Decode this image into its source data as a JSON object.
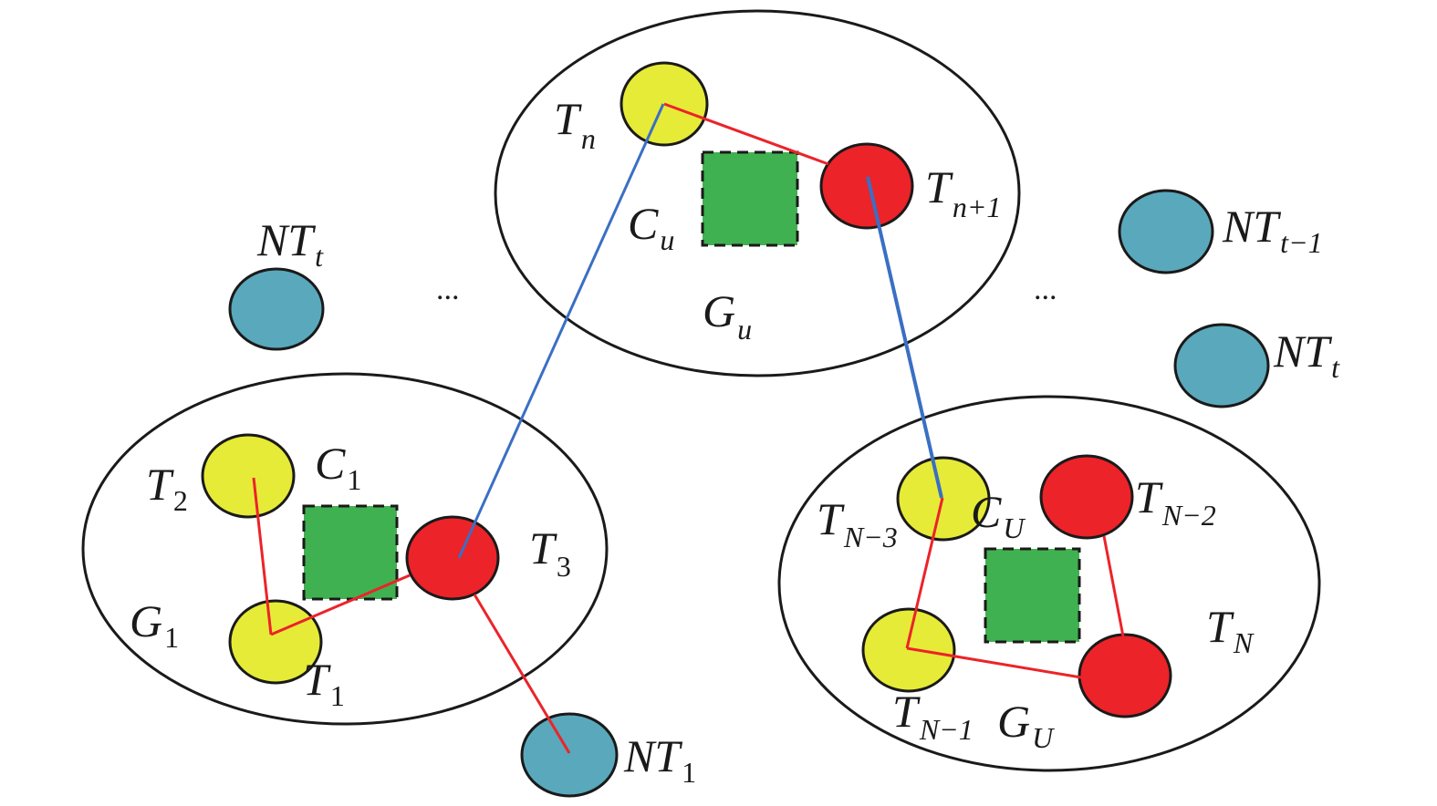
{
  "colors": {
    "terminal_yellow": "#e6eb38",
    "terminal_red": "#ec2329",
    "non_terminal": "#5aa8bc",
    "cluster_head": "#40b150",
    "intra_link": "#ec2329",
    "inter_link": "#3a6fc4",
    "outline": "#1a1a1a"
  },
  "groups": [
    {
      "id": "Gu",
      "label": {
        "main": "G",
        "sub": "u"
      }
    },
    {
      "id": "G1",
      "label": {
        "main": "G",
        "sub": "1"
      }
    },
    {
      "id": "GU",
      "label": {
        "main": "G",
        "sub": "U"
      }
    }
  ],
  "cluster_heads": [
    {
      "id": "Cu",
      "group": "Gu",
      "label": {
        "main": "C",
        "sub": "u"
      }
    },
    {
      "id": "C1",
      "group": "G1",
      "label": {
        "main": "C",
        "sub": "1"
      }
    },
    {
      "id": "CU",
      "group": "GU",
      "label": {
        "main": "C",
        "sub": "U"
      }
    }
  ],
  "nodes": [
    {
      "id": "Tn",
      "type": "yellow",
      "group": "Gu",
      "label": {
        "main": "T",
        "sub": "n"
      }
    },
    {
      "id": "Tn1",
      "type": "red",
      "group": "Gu",
      "label": {
        "main": "T",
        "sub": "n+1"
      }
    },
    {
      "id": "T2",
      "type": "yellow",
      "group": "G1",
      "label": {
        "main": "T",
        "sub": "2"
      }
    },
    {
      "id": "T1",
      "type": "yellow",
      "group": "G1",
      "label": {
        "main": "T",
        "sub": "1"
      }
    },
    {
      "id": "T3",
      "type": "red",
      "group": "G1",
      "label": {
        "main": "T",
        "sub": "3"
      }
    },
    {
      "id": "TN3",
      "type": "yellow",
      "group": "GU",
      "label": {
        "main": "T",
        "sub": "N−3"
      }
    },
    {
      "id": "TN2",
      "type": "red",
      "group": "GU",
      "label": {
        "main": "T",
        "sub": "N−2"
      }
    },
    {
      "id": "TN1",
      "type": "yellow",
      "group": "GU",
      "label": {
        "main": "T",
        "sub": "N−1"
      }
    },
    {
      "id": "TN",
      "type": "red",
      "group": "GU",
      "label": {
        "main": "T",
        "sub": "N"
      }
    },
    {
      "id": "NTt_left",
      "type": "non_terminal",
      "group": null,
      "label": {
        "main": "NT",
        "sub": "t"
      }
    },
    {
      "id": "NTt1",
      "type": "non_terminal",
      "group": null,
      "label": {
        "main": "NT",
        "sub": "t−1"
      }
    },
    {
      "id": "NTt_right",
      "type": "non_terminal",
      "group": null,
      "label": {
        "main": "NT",
        "sub": "t"
      }
    },
    {
      "id": "NT1",
      "type": "non_terminal",
      "group": null,
      "label": {
        "main": "NT",
        "sub": "1"
      }
    }
  ],
  "edges": [
    {
      "from": "Tn",
      "to": "Tn1",
      "kind": "intra"
    },
    {
      "from": "T2",
      "to": "T1",
      "kind": "intra"
    },
    {
      "from": "T1",
      "to": "T3",
      "kind": "intra"
    },
    {
      "from": "T3",
      "to": "NT1",
      "kind": "intra"
    },
    {
      "from": "TN3",
      "to": "TN1",
      "kind": "intra"
    },
    {
      "from": "TN1",
      "to": "TN",
      "kind": "intra"
    },
    {
      "from": "TN2",
      "to": "TN",
      "kind": "intra"
    },
    {
      "from": "Tn",
      "to": "T3",
      "kind": "inter"
    },
    {
      "from": "Tn1",
      "to": "TN3",
      "kind": "inter"
    }
  ],
  "ellipsis": [
    "...",
    "..."
  ]
}
